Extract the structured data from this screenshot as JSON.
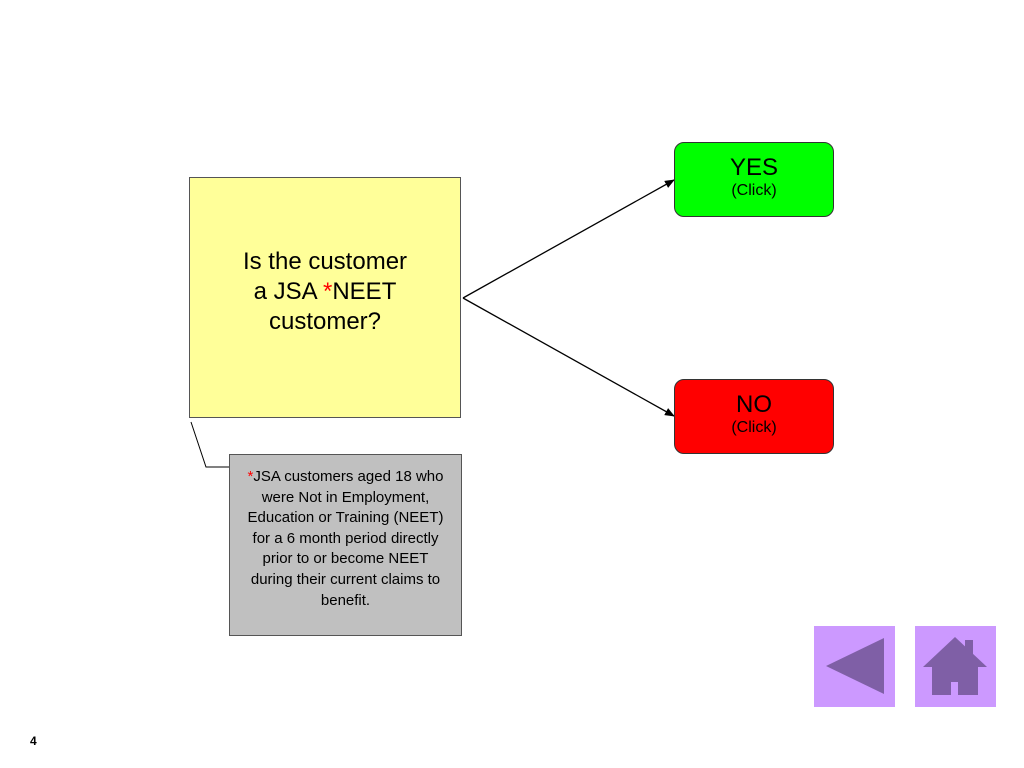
{
  "question": {
    "line1": "Is the customer",
    "line2_prefix": "a JSA ",
    "asterisk": "*",
    "line2_suffix": "NEET",
    "line3": "customer?"
  },
  "answers": {
    "yes": {
      "label": "YES",
      "sub": "(Click)",
      "color": "#00ff00"
    },
    "no": {
      "label": "NO",
      "sub": "(Click)",
      "color": "#ff0000"
    }
  },
  "note": {
    "asterisk": "*",
    "text": "JSA customers aged 18 who were Not in Employment, Education or Training (NEET) for a 6 month period directly prior to or become NEET during their current claims to benefit."
  },
  "navigation": {
    "back_icon": "back-arrow-icon",
    "home_icon": "home-icon",
    "color": "#cc99ff",
    "icon_color": "#7f5fa6"
  },
  "page_number": "4"
}
